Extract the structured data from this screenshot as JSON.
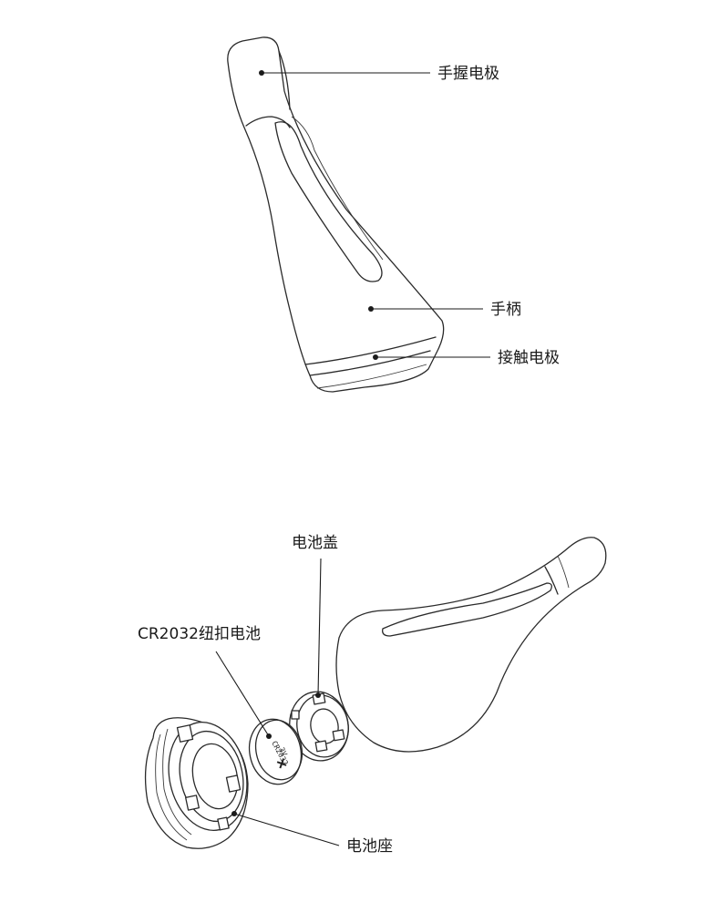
{
  "labels": {
    "grip_electrode": "手握电极",
    "handle": "手柄",
    "contact_electrode": "接触电极",
    "battery_cover": "电池盖",
    "coin_cell": "CR2032纽扣电池",
    "battery_holder": "电池座"
  },
  "battery_print": {
    "model": "CR2032",
    "voltage": "3V",
    "polarity": "+"
  }
}
